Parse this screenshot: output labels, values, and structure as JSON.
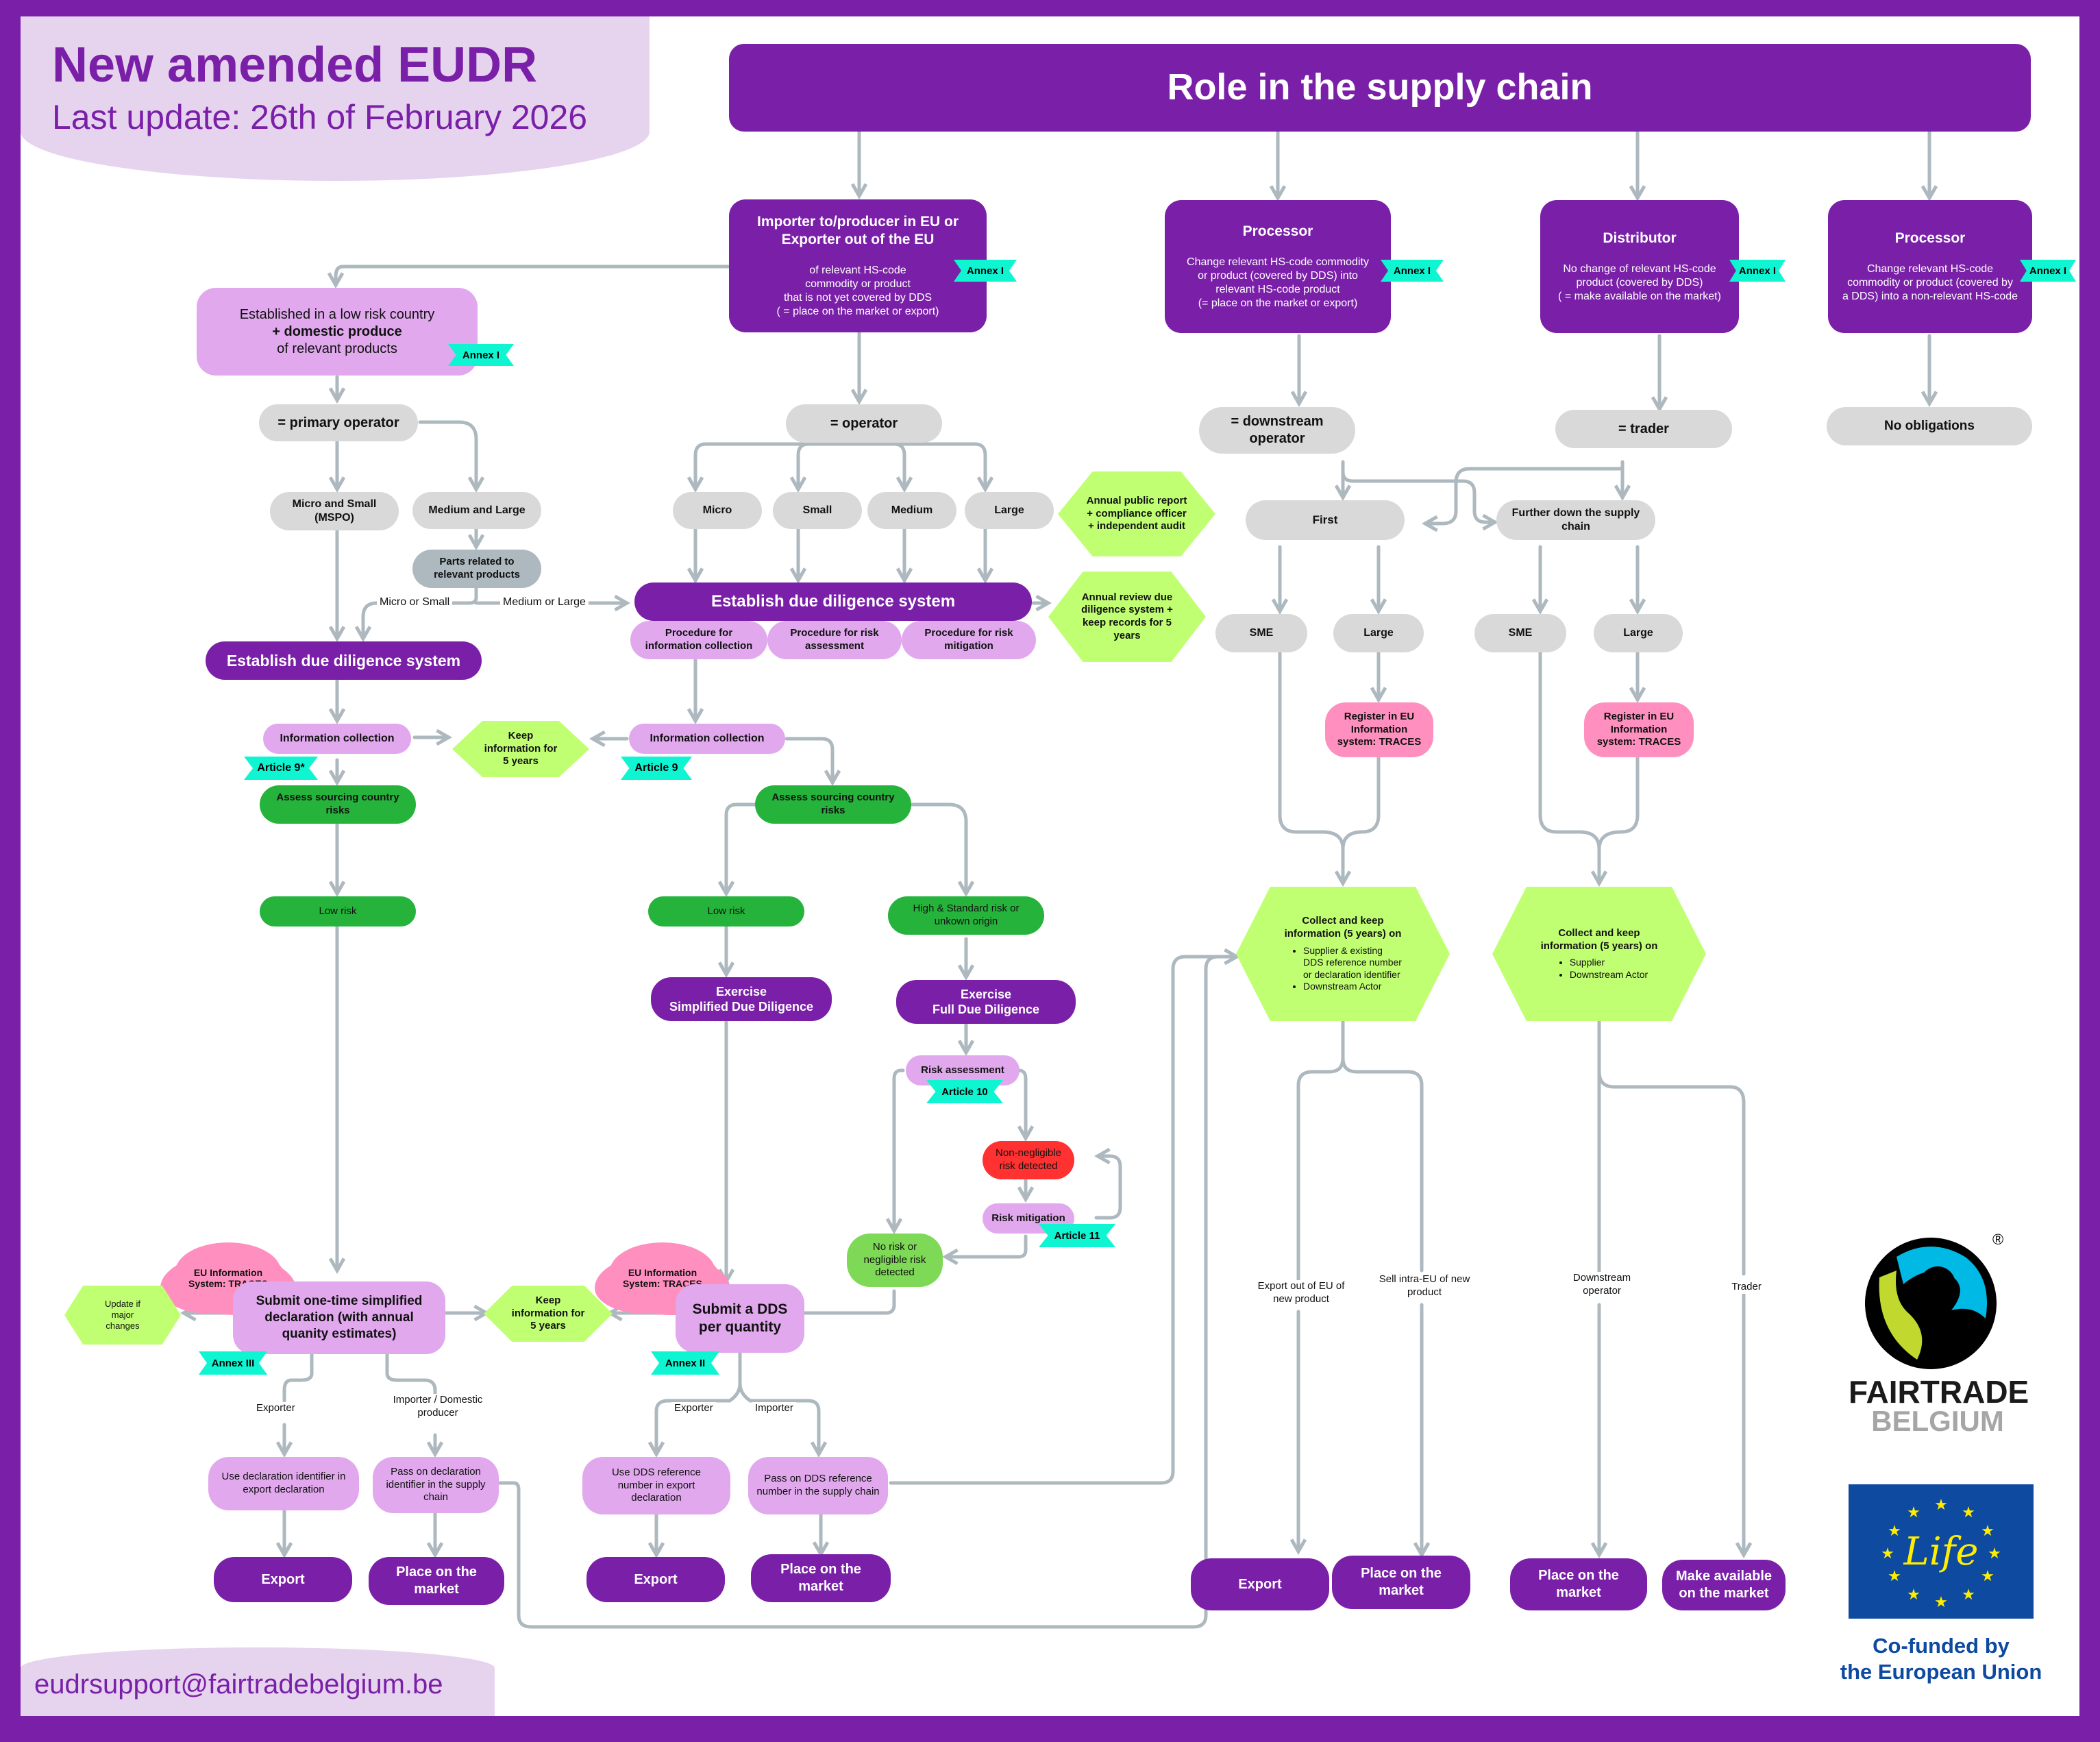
{
  "header": {
    "title": "New amended EUDR",
    "subtitle": "Last update: 26th of February 2026"
  },
  "footer": {
    "email": "eudrsupport@fairtradebelgium.be"
  },
  "role_bar": "Role in the supply chain",
  "roles": [
    {
      "title_l1": "Importer to/producer in EU or",
      "title_l2": "Exporter out of the EU",
      "desc": [
        "of relevant HS-code",
        "commodity or product",
        "that is not yet covered by DDS",
        "( = place on the market or export)"
      ],
      "tag": "Annex I"
    },
    {
      "title": "Processor",
      "desc": [
        "Change relevant HS-code commodity",
        "or product (covered by DDS) into",
        "relevant HS-code product",
        "(= place on the market or export)"
      ],
      "tag": "Annex I"
    },
    {
      "title": "Distributor",
      "desc": [
        "No change of relevant HS-code",
        "product (covered by DDS)",
        "( = make available on the market)"
      ],
      "tag": "Annex I"
    },
    {
      "title": "Processor",
      "desc": [
        "Change relevant HS-code",
        "commodity or product (covered by",
        "a DDS) into a non-relevant HS-code"
      ],
      "tag": "Annex I"
    }
  ],
  "primary": {
    "established": [
      "Established in a low risk country",
      "+ domestic produce",
      "of relevant products"
    ],
    "established_tag": "Annex I",
    "primary_operator": "= primary operator",
    "micro_small": "Micro and Small (MSPO)",
    "medium_large": "Medium and Large",
    "parts_related": "Parts related to relevant products",
    "branch_micro_small": "Micro or Small",
    "branch_medium_large": "Medium or Large",
    "establish_dds": "Establish due diligence system",
    "info_collection": "Information collection",
    "info_tag": "Article 9*",
    "keep_info": "Keep information for 5 years",
    "assess": "Assess sourcing country risks",
    "low_risk": "Low risk",
    "traces_cloud": "EU Information System: TRACES",
    "submit": "Submit one-time simplified declaration (with annual quanity estimates)",
    "submit_tag": "Annex III",
    "update": "Update if major changes",
    "keep_info2": "Keep information for 5 years",
    "branch_exporter": "Exporter",
    "branch_importer": "Importer / Domestic producer",
    "use_identifier": "Use declaration identifier in export declaration",
    "pass_identifier": "Pass on declaration identifier in the supply chain",
    "export": "Export",
    "place_market": "Place on the market"
  },
  "operator": {
    "operator": "= operator",
    "sizes": [
      "Micro",
      "Small",
      "Medium",
      "Large"
    ],
    "annual_report": "Annual public report + compliance officer + independent audit",
    "annual_review": "Annual review due diligence system + keep records for 5 years",
    "establish_dds": "Establish due diligence system",
    "procedures": [
      "Procedure for information collection",
      "Procedure for risk assessment",
      "Procedure for risk mitigation"
    ],
    "info_collection": "Information collection",
    "info_tag": "Article 9",
    "assess": "Assess sourcing country risks",
    "low_risk": "Low risk",
    "high_risk": "High & Standard risk or unkown origin",
    "simplified_dd": [
      "Exercise",
      "Simplified Due Diligence"
    ],
    "full_dd": [
      "Exercise",
      "Full Due Diligence"
    ],
    "risk_assessment": "Risk assessment",
    "risk_assessment_tag": "Article 10",
    "non_negligible": "Non-negligible risk detected",
    "risk_mitigation": "Risk mitigation",
    "risk_mitigation_tag": "Article 11",
    "no_risk": "No risk or negligible risk detected",
    "traces_cloud": "EU Information System: TRACES",
    "submit_dds": "Submit a DDS per quantity",
    "submit_tag": "Annex II",
    "branch_exporter": "Exporter",
    "branch_importer": "Importer",
    "use_dds": "Use DDS reference number in export declaration",
    "pass_dds": "Pass on DDS reference number in the supply chain",
    "export": "Export",
    "place_market": "Place on the market"
  },
  "downstream": {
    "downstream_operator": "= downstream operator",
    "trader": "= trader",
    "no_obligations": "No obligations",
    "first": "First",
    "further": "Further down the supply chain",
    "sme": "SME",
    "large": "Large",
    "register": "Register in EU Information system: TRACES",
    "collect_title": "Collect and keep information (5 years) on",
    "collect_items_1": [
      "Supplier & existing DDS reference number or declaration identifier",
      "Downstream Actor"
    ],
    "collect_items_2": [
      "Supplier",
      "Downstream Actor"
    ],
    "branch_export_out": "Export out of EU of new product",
    "branch_sell_intra": "Sell intra-EU of new product",
    "branch_downstream": "Downstream operator",
    "branch_trader": "Trader",
    "export": "Export",
    "place_market": "Place on the market",
    "place_market2": "Place on the market",
    "make_available": "Make available on the market"
  },
  "logos": {
    "fairtrade_l1": "FAIRTRADE",
    "fairtrade_l2": "BELGIUM",
    "registered": "®",
    "life": "Life",
    "cofunded_l1": "Co-funded by",
    "cofunded_l2": "the European Union"
  },
  "colors": {
    "brand_purple": "#7a1fa8",
    "light_purple": "#e1a8ee",
    "header_lilac": "#e6d4ef",
    "hex_green": "#c1ff72",
    "risk_green": "#25b33b",
    "ok_green": "#7ed957",
    "alert_red": "#ff3131",
    "traces_pink": "#ff8fbf",
    "tag_cyan": "#0ff5d2",
    "connector_grey": "#adb8bf"
  }
}
